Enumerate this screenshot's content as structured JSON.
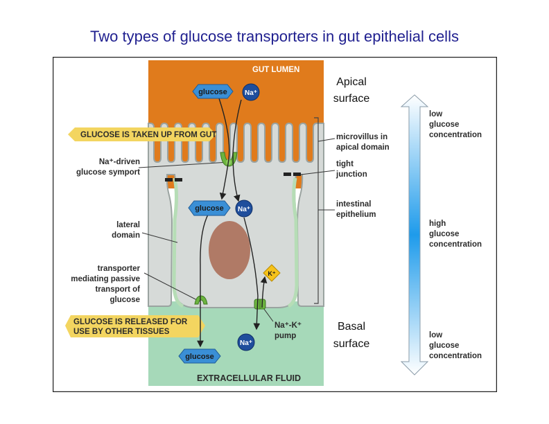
{
  "title": "Two types of glucose transporters in gut epithelial cells",
  "colors": {
    "lumen": "#E07B1C",
    "cell": "#D6DAD8",
    "cell_border": "#9AA3A0",
    "fluid": "#A6D9B9",
    "membrane_tint": "#B6DDB6",
    "nucleus": "#B07A66",
    "glucose": "#3A8FD6",
    "sodium": "#1F4E9C",
    "potassium": "#F6C21A",
    "banner": "#F3D560",
    "gradient_top": "#FFFFFF",
    "gradient_mid": "#1E9BEB"
  },
  "labels": {
    "gut_lumen": "GUT LUMEN",
    "extracellular_fluid": "EXTRACELLULAR FLUID",
    "glucose_taken_up": "GLUCOSE IS TAKEN UP FROM GUT",
    "glucose_released_1": "GLUCOSE IS RELEASED FOR",
    "glucose_released_2": "USE BY OTHER TISSUES",
    "symport_1": "Na⁺-driven",
    "symport_2": "glucose symport",
    "lateral_1": "lateral",
    "lateral_2": "domain",
    "transporter_1": "transporter",
    "transporter_2": "mediating passive",
    "transporter_3": "transport of",
    "transporter_4": "glucose",
    "microvillus_1": "microvillus in",
    "microvillus_2": "apical domain",
    "tight_1": "tight",
    "tight_2": "junction",
    "intestinal_1": "intestinal",
    "intestinal_2": "epithelium",
    "pump_1": "Na⁺-K⁺",
    "pump_2": "pump",
    "glucose": "glucose",
    "sodium": "Na⁺",
    "potassium": "K⁺",
    "low_1": "low",
    "low_2": "glucose",
    "low_3": "concentration",
    "high_1": "high",
    "high_2": "glucose",
    "high_3": "concentration",
    "low_b1": "low",
    "low_b2": "glucose",
    "low_b3": "concentration"
  },
  "annotations": {
    "apical_1": "Apical",
    "apical_2": "surface",
    "basal_1": "Basal",
    "basal_2": "surface"
  }
}
